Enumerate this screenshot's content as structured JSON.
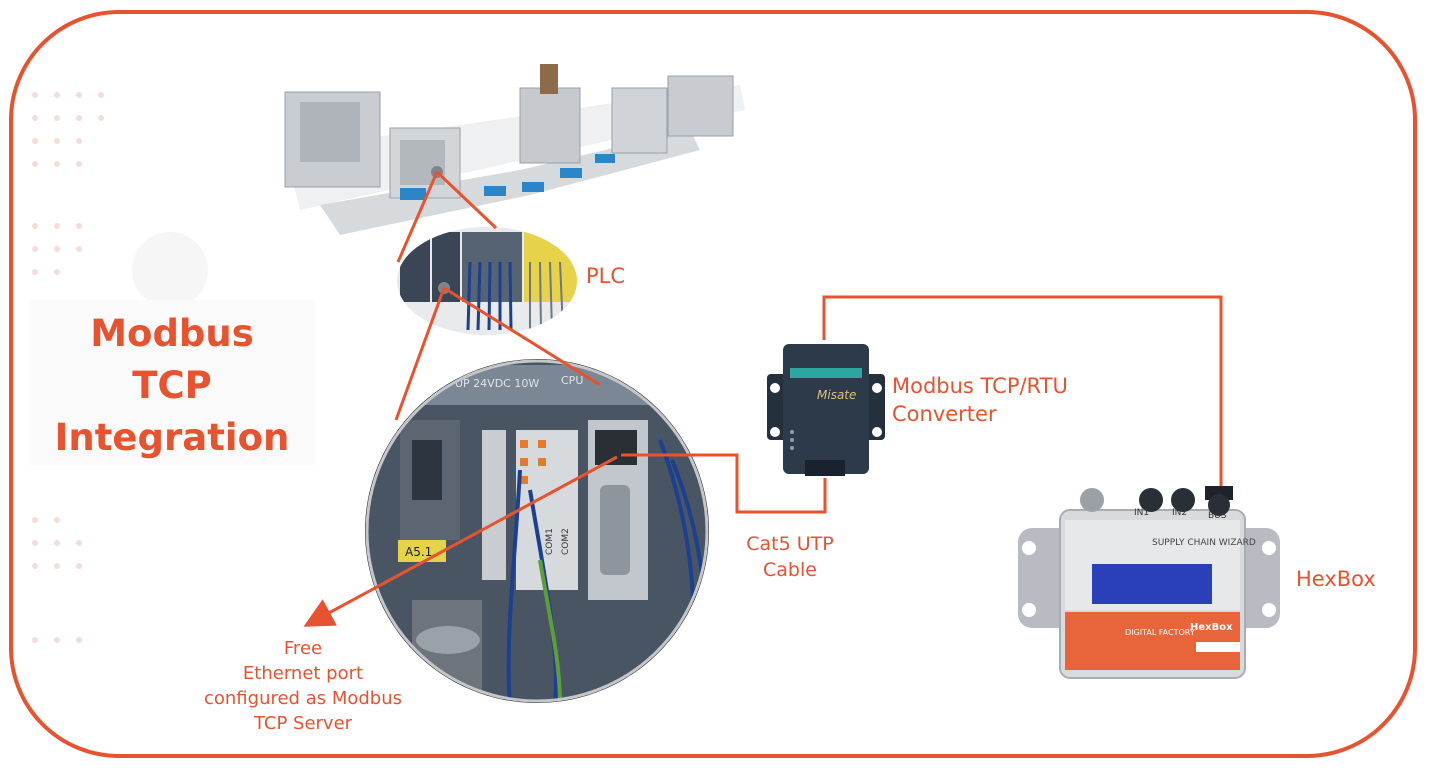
{
  "title": {
    "line1": "Modbus",
    "line2": "TCP",
    "line3": "Integration"
  },
  "labels": {
    "plc": "PLC",
    "converter": {
      "line1": "Modbus TCP/RTU",
      "line2": "Converter"
    },
    "cable": {
      "line1": "Cat5 UTP",
      "line2": "Cable"
    },
    "hexbox": "HexBox",
    "port": {
      "line1": "Free",
      "line2": "Ethernet port",
      "line3": "configured as Modbus",
      "line4": "TCP Server"
    }
  },
  "device_text": {
    "converter_brand": "Misate",
    "hexbox_brand": "HexBox",
    "hexbox_top": "SUPPLY CHAIN WIZARD",
    "hexbox_factory": "DIGITAL FACTORY",
    "port_in1": "IN1",
    "port_in2": "IN2",
    "port_bus": "BUS",
    "plc_power": "UP 24VDC 10W",
    "plc_cpu": "CPU",
    "plc_tag": "A5.1",
    "plc_com1": "COM1",
    "plc_com2": "COM2"
  },
  "colors": {
    "accent": "#e8532f",
    "device_dark": "#2c3a4a",
    "display_blue": "#2a3fb8"
  }
}
